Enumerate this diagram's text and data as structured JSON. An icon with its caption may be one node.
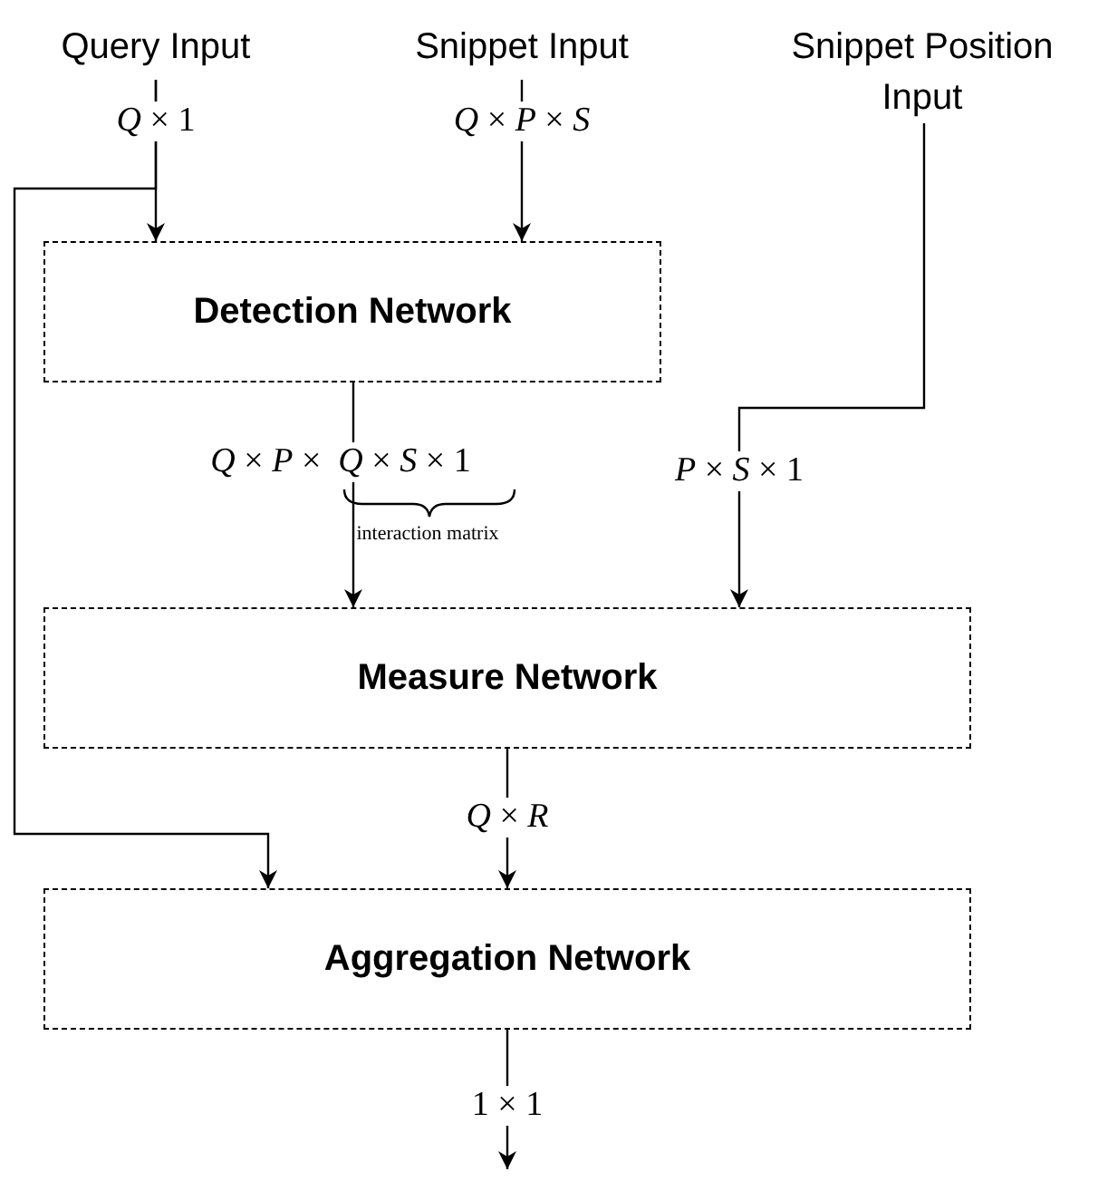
{
  "diagram": {
    "nodes": [
      {
        "text": [
          "Query Input"
        ]
      },
      {
        "text": [
          "Snippet Input"
        ]
      },
      {
        "text": [
          "Snippet Position Input"
        ]
      },
      {
        "text": [
          "Detection Network"
        ]
      },
      {
        "text": [
          "Measure Network"
        ]
      },
      {
        "text": [
          "Aggregation Network"
        ]
      }
    ],
    "edges": [
      {
        "from": 0,
        "to": 3,
        "arrow": "to",
        "label": "*Q* × 1"
      },
      {
        "from": 1,
        "to": 3,
        "arrow": "to",
        "label": "*Q* × *P* × *S*"
      },
      {
        "from": 2,
        "to": 4,
        "arrow": "to",
        "label": "*P* × *S* × 1"
      },
      {
        "from": 3,
        "to": 4,
        "arrow": "to",
        "label": "*Q* × *P* ×  *Q* × *S* × 1"
      },
      {
        "from": 0,
        "to": 5,
        "arrow": "to"
      },
      {
        "from": 4,
        "to": 5,
        "arrow": "to",
        "label": "*Q* × *R*"
      },
      {
        "from": 5,
        "to": null,
        "arrow": "to",
        "label": "1 × 1"
      }
    ],
    "labels": [
      "interaction matrix"
    ]
  }
}
